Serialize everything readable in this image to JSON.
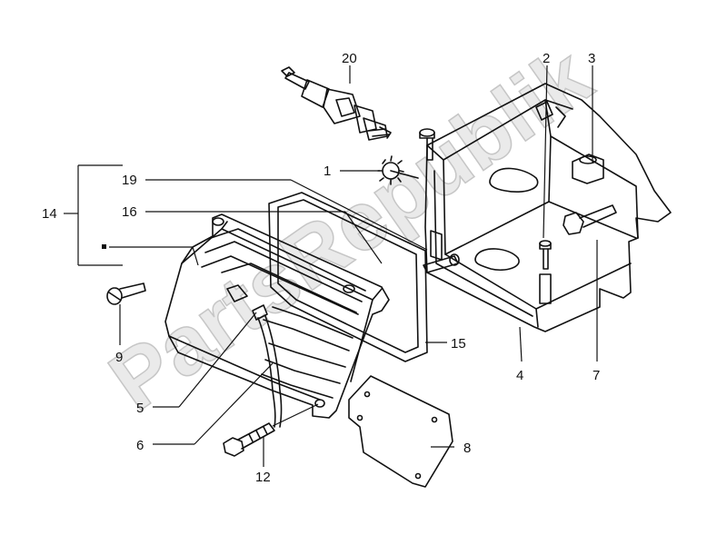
{
  "watermark": "PartsRepublik",
  "callouts": [
    {
      "id": "1",
      "text": "1"
    },
    {
      "id": "2",
      "text": "2"
    },
    {
      "id": "3",
      "text": "3"
    },
    {
      "id": "4",
      "text": "4"
    },
    {
      "id": "5",
      "text": "5"
    },
    {
      "id": "6",
      "text": "6"
    },
    {
      "id": "7",
      "text": "7"
    },
    {
      "id": "8",
      "text": "8"
    },
    {
      "id": "9",
      "text": "9"
    },
    {
      "id": "12",
      "text": "12"
    },
    {
      "id": "14",
      "text": "14"
    },
    {
      "id": "15",
      "text": "15"
    },
    {
      "id": "16",
      "text": "16"
    },
    {
      "id": "19",
      "text": "19"
    },
    {
      "id": "20",
      "text": "20"
    }
  ]
}
